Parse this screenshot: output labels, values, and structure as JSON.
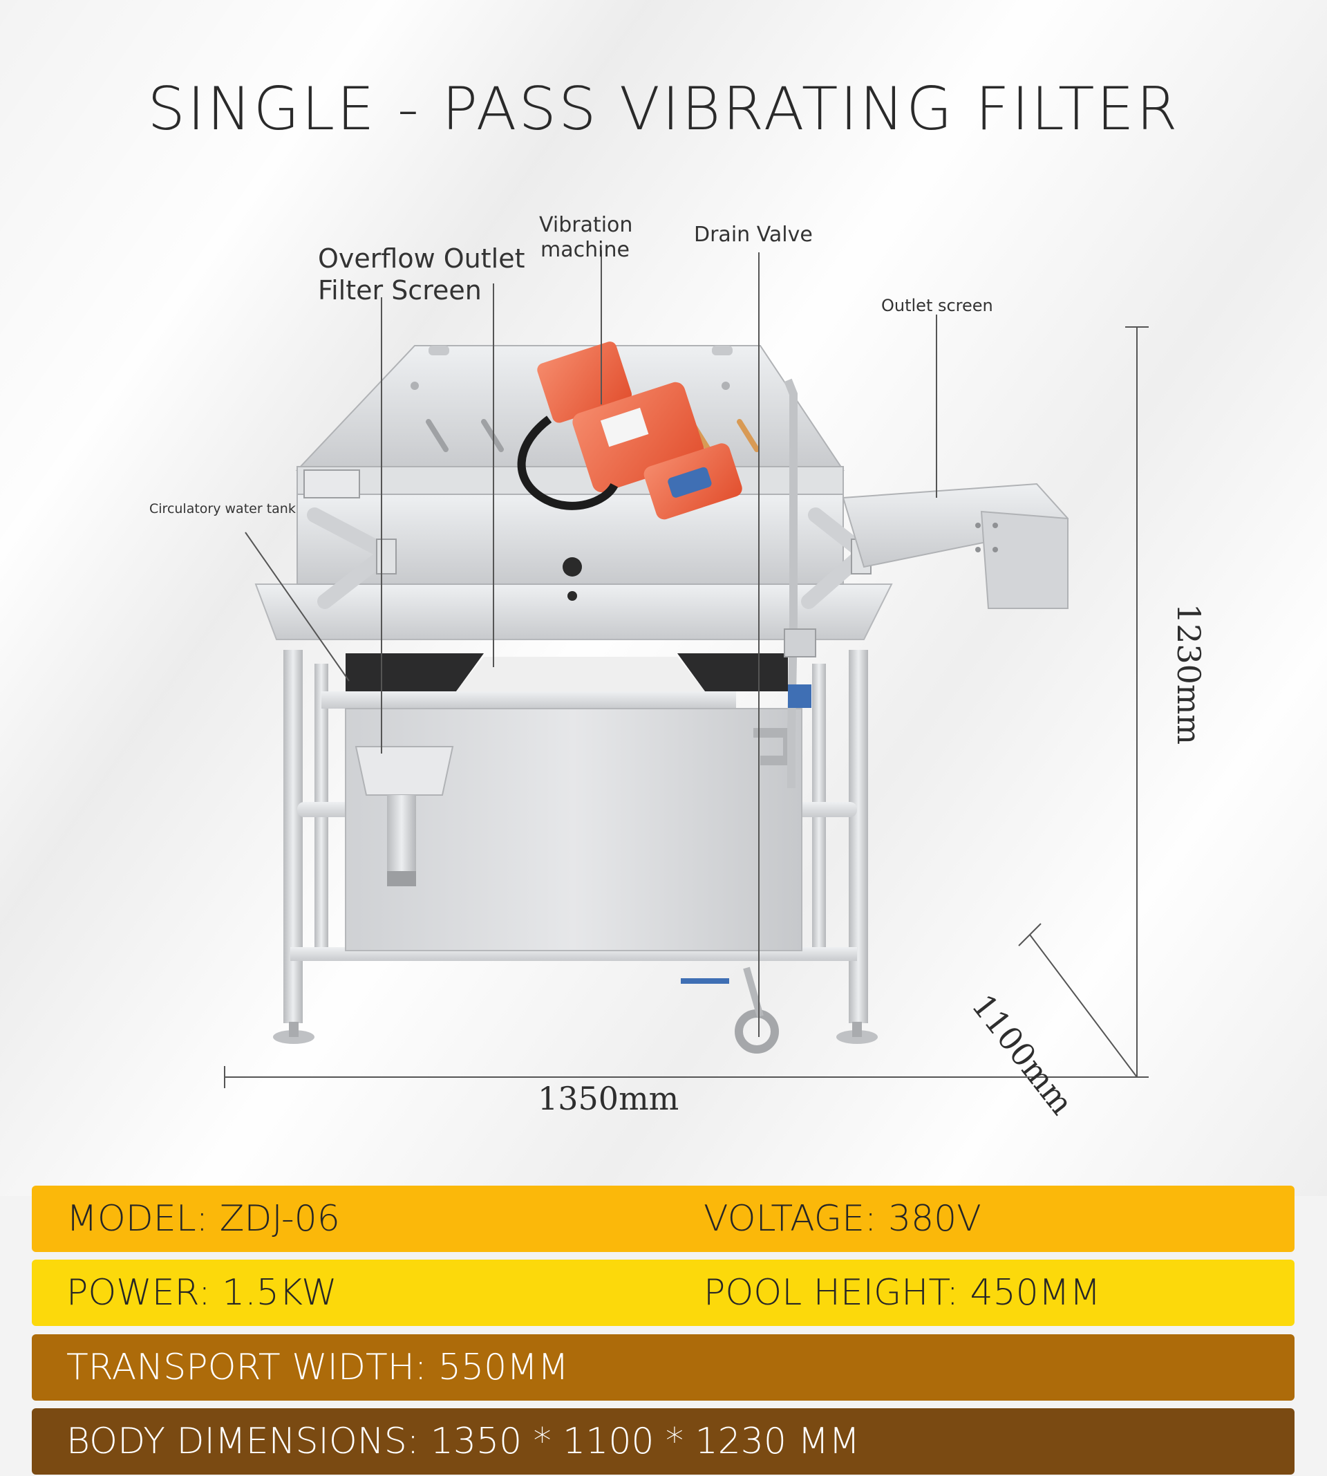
{
  "title": "SINGLE - PASS VIBRATING FILTER",
  "callouts": {
    "overflow_outlet": "Overflow Outlet",
    "filter_screen": "Filter Screen",
    "vibration_line1": "Vibration",
    "vibration_line2": "machine",
    "drain_valve": "Drain Valve",
    "outlet_screen": "Outlet screen",
    "circulatory_tank": "Circulatory water tank"
  },
  "dimensions": {
    "width": "1350mm",
    "depth": "1100mm",
    "height": "1230mm"
  },
  "specs": [
    {
      "left": "MODEL: ZDJ-06",
      "right": "VOLTAGE: 380V",
      "color": "#fbb80a"
    },
    {
      "left": "POWER: 1.5KW",
      "right": "POOL HEIGHT: 450MM",
      "color": "#fcd90b"
    },
    {
      "left": "TRANSPORT WIDTH: 550MM",
      "right": "",
      "color": "#ad6b0a"
    },
    {
      "left": "BODY DIMENSIONS: 1350 * 1100 * 1230 MM",
      "right": "",
      "color": "#7a4a12"
    }
  ],
  "colors": {
    "motor": "#f0694a",
    "steel": "#d9dadc",
    "row1": "#fbb80a",
    "row2": "#fcd90b",
    "row3": "#ad6b0a",
    "row4": "#7a4a12"
  }
}
